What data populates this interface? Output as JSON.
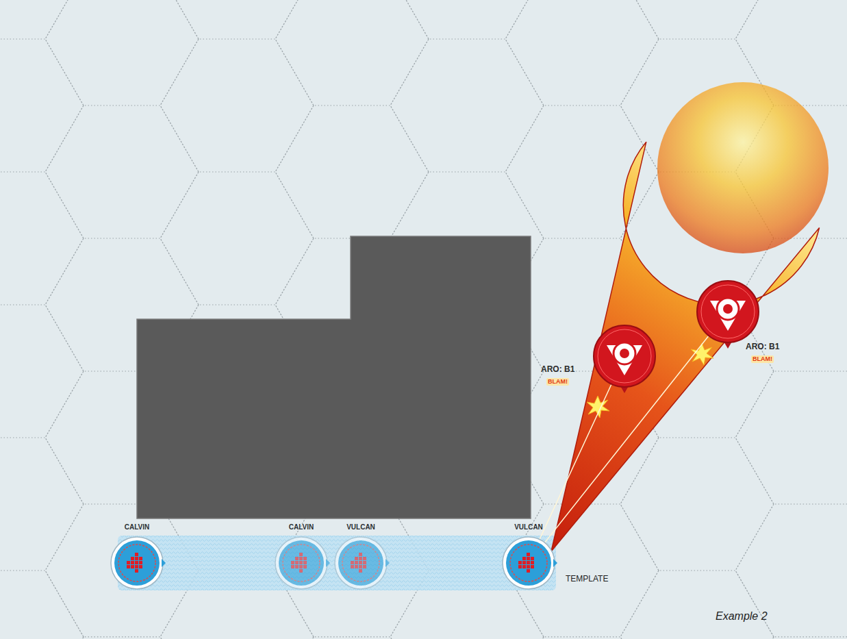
{
  "diagram": {
    "nodes": [
      {
        "text": [
          "CALVIN"
        ]
      },
      {
        "text": [
          "CALVIN"
        ]
      },
      {
        "text": [
          "VULCAN"
        ]
      },
      {
        "text": [
          "VULCAN"
        ]
      },
      {
        "text": [
          "ARO: B1",
          "BLAM!"
        ]
      },
      {
        "text": [
          "ARO: B1",
          "BLAM!"
        ]
      }
    ],
    "edges": [
      {
        "from": 3,
        "to": 4,
        "arrow": "none"
      },
      {
        "from": 3,
        "to": 5,
        "arrow": "none"
      }
    ],
    "labels": [
      "TEMPLATE",
      "Example 2"
    ]
  }
}
